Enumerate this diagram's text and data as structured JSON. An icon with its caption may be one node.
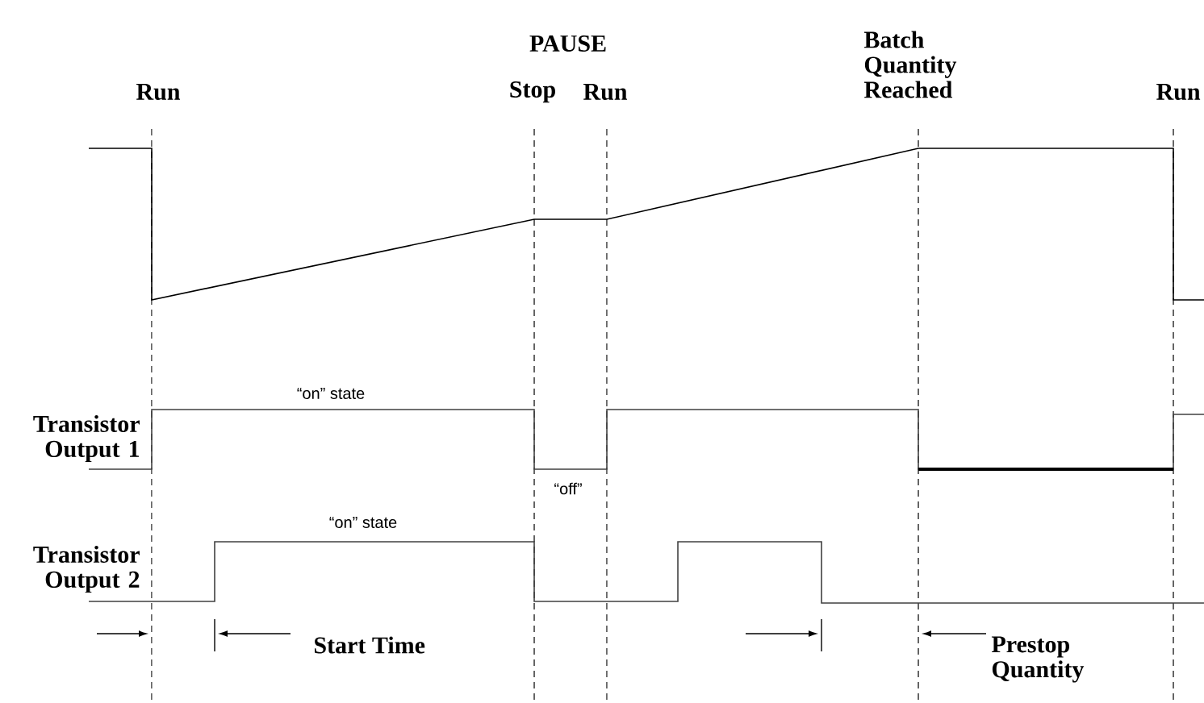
{
  "diagram": {
    "labels": [
      "PAUSE",
      "Run",
      "Stop",
      "Run",
      "Batch Quantity Reached",
      "Run",
      "“on” state",
      "Transistor Output 1",
      "“off”",
      "“on” state",
      "Transistor Output 2",
      "Start Time",
      "Prestop Quantity"
    ]
  }
}
